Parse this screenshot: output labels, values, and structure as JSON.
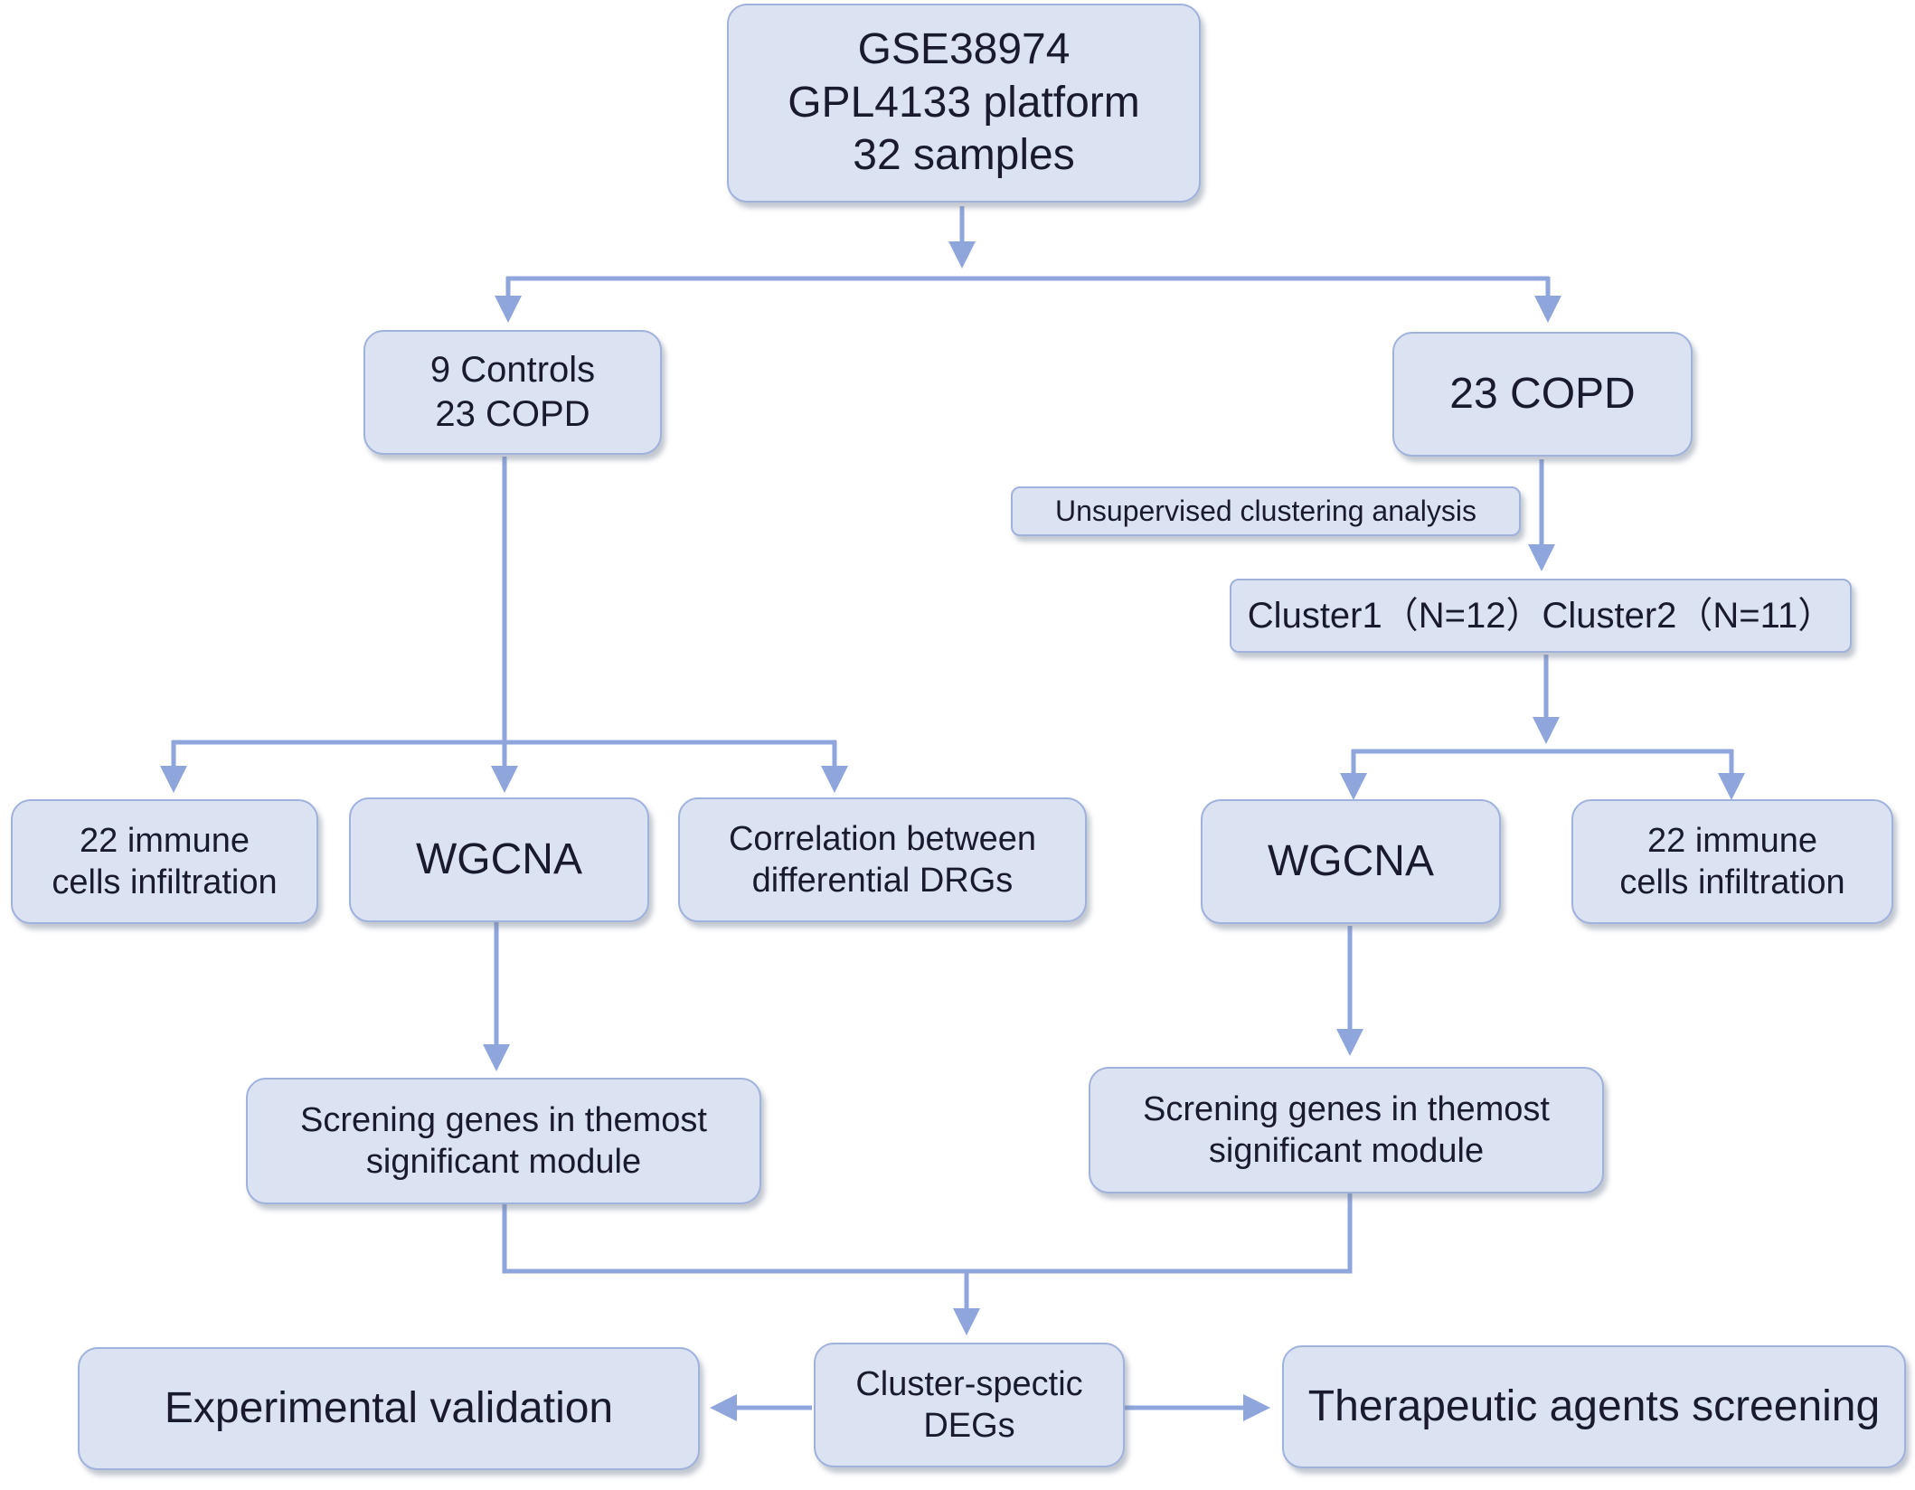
{
  "nodes": {
    "dataset": {
      "lines": [
        "GSE38974",
        "GPL4133 platform",
        "32 samples"
      ]
    },
    "groups_left": {
      "lines": [
        "9 Controls",
        "23 COPD"
      ]
    },
    "groups_right": {
      "lines": [
        "23 COPD"
      ]
    },
    "clustering": {
      "lines": [
        "Unsupervised clustering analysis"
      ]
    },
    "clusters": {
      "lines": [
        "Cluster1（N=12）Cluster2（N=11）"
      ]
    },
    "immune_left": {
      "lines": [
        "22 immune",
        "cells infiltration"
      ]
    },
    "wgcna_left": {
      "lines": [
        "WGCNA"
      ]
    },
    "correlation": {
      "lines": [
        "Correlation between",
        "differential DRGs"
      ]
    },
    "wgcna_right": {
      "lines": [
        "WGCNA"
      ]
    },
    "immune_right": {
      "lines": [
        "22 immune",
        "cells infiltration"
      ]
    },
    "screening_left": {
      "lines": [
        "Screning genes in themost",
        "significant module"
      ]
    },
    "screening_right": {
      "lines": [
        "Screning genes in themost",
        "significant module"
      ]
    },
    "cluster_degs": {
      "lines": [
        "Cluster-spectic",
        "DEGs"
      ]
    },
    "validation": {
      "lines": [
        "Experimental validation"
      ]
    },
    "therapeutic": {
      "lines": [
        "Therapeutic agents screening"
      ]
    }
  },
  "colors": {
    "box_fill": "#dbe3f3",
    "box_border": "#9fb2db",
    "connector": "#8ea6dc",
    "text": "#1a1a2e"
  }
}
